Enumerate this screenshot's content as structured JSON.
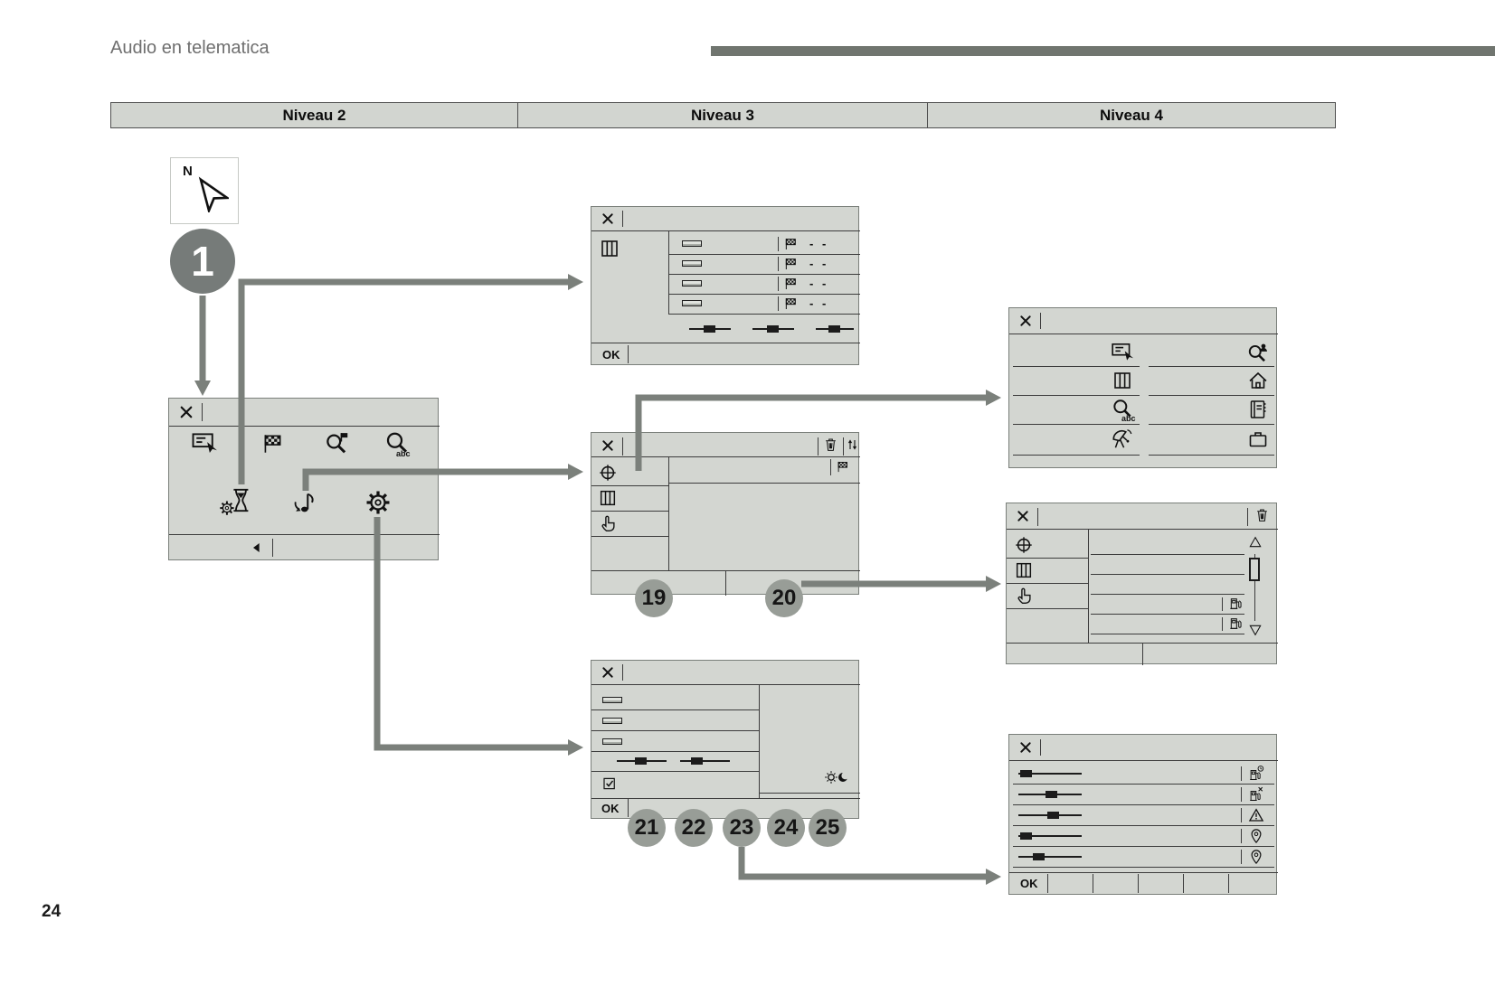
{
  "page": {
    "title": "Audio en telematica",
    "page_number": "24"
  },
  "header": {
    "columns": [
      "Niveau 2",
      "Niveau 3",
      "Niveau 4"
    ]
  },
  "compass": {
    "label": "N",
    "icon": "nav-arrow-icon"
  },
  "badges": {
    "start": "1",
    "callouts": [
      "19",
      "20",
      "21",
      "22",
      "23",
      "24",
      "25"
    ]
  },
  "labels": {
    "ok": "OK",
    "dashes": "- -",
    "abc": "abc"
  },
  "screens": {
    "level2_main_menu": {
      "row1_icons": [
        "display-touch-icon",
        "checkered-flag-icon",
        "search-poi-icon",
        "search-abc-icon"
      ],
      "row2_icons": [
        "timer-settings-icon",
        "route-note-icon",
        "settings-gear-icon"
      ],
      "bottom_icons": [
        "back-arrow-icon"
      ]
    },
    "level3_destination_list": {
      "side_icons": [
        "map-icon"
      ],
      "row_icons": [
        "checkered-flag-icon"
      ],
      "row_values": [
        "- -",
        "- -",
        "- -",
        "- -"
      ],
      "bottom_label": "OK"
    },
    "level3_route_edit": {
      "titlebar_icons": [
        "trash-icon",
        "sort-updown-icon"
      ],
      "side_icons": [
        "plus-target-icon",
        "map-icon",
        "hand-select-icon"
      ],
      "row_icons": [
        "checkered-flag-icon"
      ]
    },
    "level3_settings": {
      "row_icons": [
        "checkbox-icon",
        "day-night-icon"
      ],
      "bottom_label": "OK"
    },
    "level4_search_menu": {
      "left_icons": [
        "display-touch-icon",
        "map-icon",
        "search-abc-icon",
        "satellite-icon"
      ],
      "right_icons": [
        "search-person-icon",
        "home-icon",
        "address-book-icon",
        "briefcase-icon"
      ]
    },
    "level4_stage_list": {
      "titlebar_icons": [
        "trash-icon"
      ],
      "side_icons": [
        "plus-target-icon",
        "map-icon",
        "hand-select-icon"
      ],
      "row_icons": [
        "fuel-pump-icon",
        "fuel-pump-icon"
      ],
      "scrollbar_icons": [
        "scroll-up-icon",
        "scroll-down-icon"
      ]
    },
    "level4_alert_settings": {
      "row_icons": [
        "fuel-pump-clock-icon",
        "fuel-pump-crossed-icon",
        "warning-triangle-icon",
        "location-pin-icon",
        "location-pin-icon"
      ],
      "bottom_label": "OK"
    }
  },
  "icons": {
    "close-icon": "cross",
    "map-icon": "folded road map",
    "checkered-flag-icon": "destination flag",
    "search-poi-icon": "magnifier with flag",
    "search-abc-icon": "magnifier with abc text",
    "search-person-icon": "magnifier with contact",
    "display-touch-icon": "screen with pointer",
    "timer-settings-icon": "hourglass with gear",
    "route-note-icon": "note with curved arrow",
    "settings-gear-icon": "gear",
    "back-arrow-icon": "left triangle",
    "plus-target-icon": "circled crosshair",
    "hand-select-icon": "pointing hand",
    "trash-icon": "waste bin",
    "sort-updown-icon": "up and down arrows",
    "home-icon": "house",
    "address-book-icon": "contact book",
    "briefcase-icon": "briefcase",
    "satellite-icon": "satellite dish",
    "fuel-pump-icon": "fuel pump",
    "fuel-pump-clock-icon": "fuel pump with clock",
    "fuel-pump-crossed-icon": "fuel pump crossed",
    "warning-triangle-icon": "warning triangle",
    "location-pin-icon": "map pin",
    "day-night-icon": "sun and moon",
    "checkbox-icon": "checked box",
    "scroll-up-icon": "up triangle",
    "scroll-down-icon": "down triangle",
    "nav-arrow-icon": "compass needle"
  },
  "colors": {
    "screen_bg": "#d3d6d1",
    "arrow": "#7b807b",
    "accent_bar": "#70756f",
    "start_badge_bg": "#767b79",
    "callout_badge_bg": "#989d97"
  }
}
